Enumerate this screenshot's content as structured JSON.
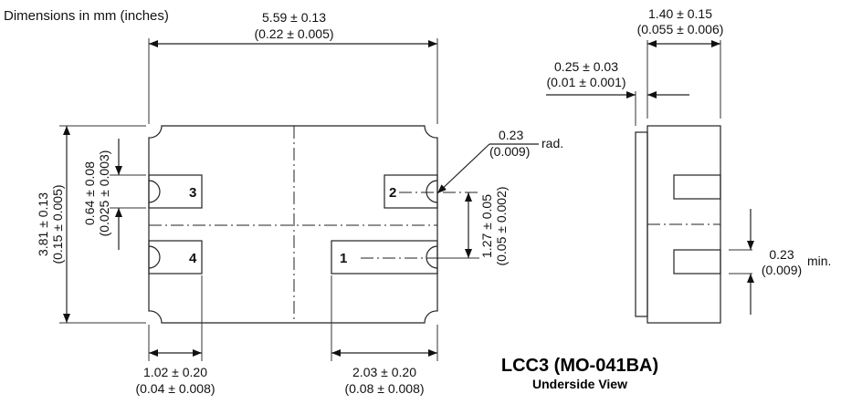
{
  "header": {
    "units_note": "Dimensions in mm (inches)"
  },
  "title": {
    "package": "LCC3 (MO-041BA)",
    "view": "Underside View"
  },
  "pins": [
    "1",
    "2",
    "3",
    "4"
  ],
  "dimensions": {
    "length": {
      "mm": "5.59 ± 0.13",
      "in": "(0.22 ± 0.005)"
    },
    "width": {
      "mm": "3.81 ± 0.13",
      "in": "(0.15 ± 0.005)"
    },
    "pad_width": {
      "mm": "0.64 ± 0.08",
      "in": "(0.025 ± 0.003)"
    },
    "pad_len_small": {
      "mm": "1.02 ± 0.20",
      "in": "(0.04 ± 0.008)"
    },
    "pad_len_large": {
      "mm": "2.03 ± 0.20",
      "in": "(0.08 ± 0.008)"
    },
    "radius": {
      "mm": "0.23",
      "in": "(0.009)",
      "suffix": "rad."
    },
    "pitch": {
      "mm": "1.27 ± 0.05",
      "in": "(0.05 ± 0.002)"
    },
    "height": {
      "mm": "1.40 ± 0.15",
      "in": "(0.055 ± 0.006)"
    },
    "lid": {
      "mm": "0.25 ± 0.03",
      "in": "(0.01 ± 0.001)"
    },
    "side_gap": {
      "mm": "0.23",
      "in": "(0.009)",
      "suffix": "min."
    }
  }
}
